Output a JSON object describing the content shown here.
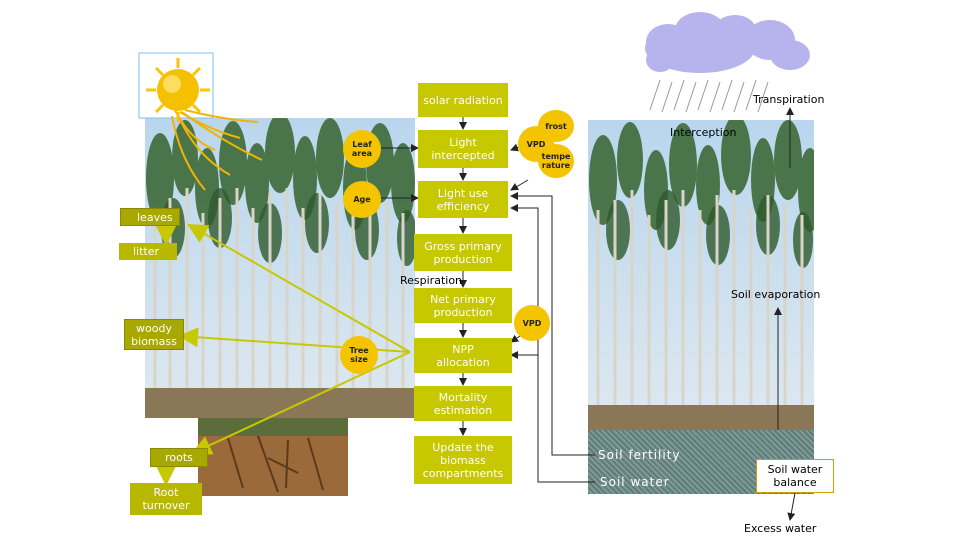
{
  "process_boxes": {
    "solar_radiation": "solar radiation",
    "light_intercepted": "Light intercepted",
    "light_use_efficiency": "Light use efficiency",
    "gross_primary_production": "Gross primary production",
    "net_primary_production": "Net primary production",
    "npp_allocation": "NPP allocation",
    "mortality_estimation": "Mortality estimation",
    "update_biomass": "Update the biomass compartments"
  },
  "modifiers": {
    "leaf_area": "Leaf area",
    "age": "Age",
    "tree_size": "Tree size",
    "vpd_top": "VPD",
    "frost": "frost",
    "temperature": "tempe rature",
    "vpd_bottom": "VPD"
  },
  "pools": {
    "leaves": "leaves",
    "litter": "litter",
    "woody_biomass": "woody biomass",
    "roots": "roots",
    "root_turnover": "Root turnover"
  },
  "flux_labels": {
    "respiration": "Respiration",
    "transpiration": "Transpiration",
    "interception": "Interception",
    "soil_evaporation": "Soil evaporation",
    "soil_fertility": "Soil fertility",
    "soil_water": "Soil water",
    "soil_water_balance": "Soil water balance",
    "excess_water": "Excess water"
  },
  "colors": {
    "process_box": "#c8c800",
    "modifier_circle": "#f5c400",
    "arrow_yellow": "#c8c800",
    "soil_band": "#6e8a86"
  }
}
